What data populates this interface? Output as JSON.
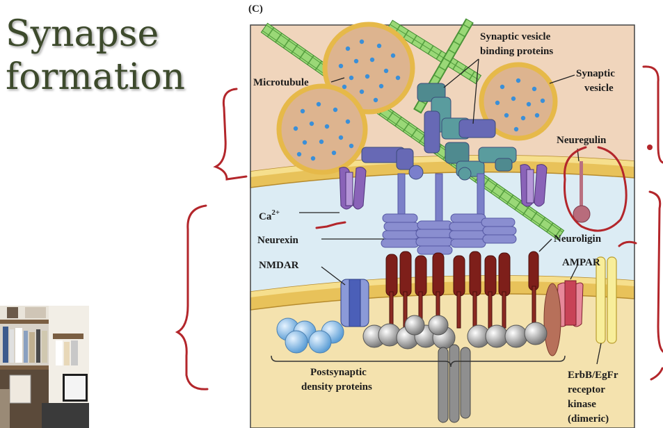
{
  "slide": {
    "title_line1": "Synapse",
    "title_line2": "formation",
    "panel_label": "(C)"
  },
  "labels": {
    "microtubule": "Microtubule",
    "svbp_line1": "Synaptic vesicle",
    "svbp_line2": "binding proteins",
    "sv_line1": "Synaptic",
    "sv_line2": "vesicle",
    "neuregulin": "Neuregulin",
    "ca_base": "Ca",
    "ca_sup": "2+",
    "neurexin": "Neurexin",
    "neuroligin": "Neuroligin",
    "nmdar": "NMDAR",
    "ampar": "AMPAR",
    "psd_line1": "Postsynaptic",
    "psd_line2": "density proteins",
    "erbb_line1": "ErbB/EgFr",
    "erbb_line2": "receptor",
    "erbb_line3": "kinase",
    "erbb_line4": "(dimeric)"
  },
  "colors": {
    "title": "#3d4a2c",
    "presynaptic": "#f0d5bc",
    "cleft": "#dcecf4",
    "postsynaptic": "#f4e2ae",
    "membrane": "#e8c25a",
    "vesicle_fill": "#ddb48f",
    "vesicle_ring": "#e6b949",
    "microtubule": "#8fd46a",
    "neurexin": "#8a8ed0",
    "neuroligin": "#7e1f1a",
    "ink": "#b3262b"
  }
}
